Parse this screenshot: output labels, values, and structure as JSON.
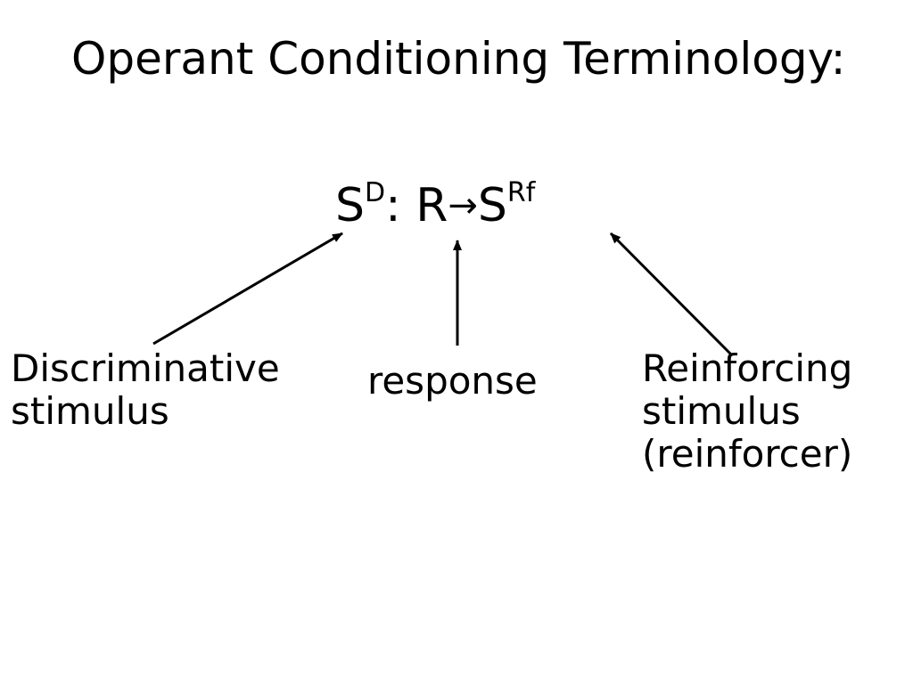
{
  "title": "Operant Conditioning Terminology:",
  "formula": {
    "s1": "S",
    "s1_sup": "D",
    "sep": ":",
    "r": "R",
    "arrow": "→",
    "s2": "S",
    "s2_sup": "Rf"
  },
  "labels": {
    "discriminative": [
      "Discriminative",
      "stimulus"
    ],
    "response": [
      "response"
    ],
    "reinforcing": [
      "Reinforcing",
      "stimulus",
      "(reinforcer)"
    ]
  }
}
